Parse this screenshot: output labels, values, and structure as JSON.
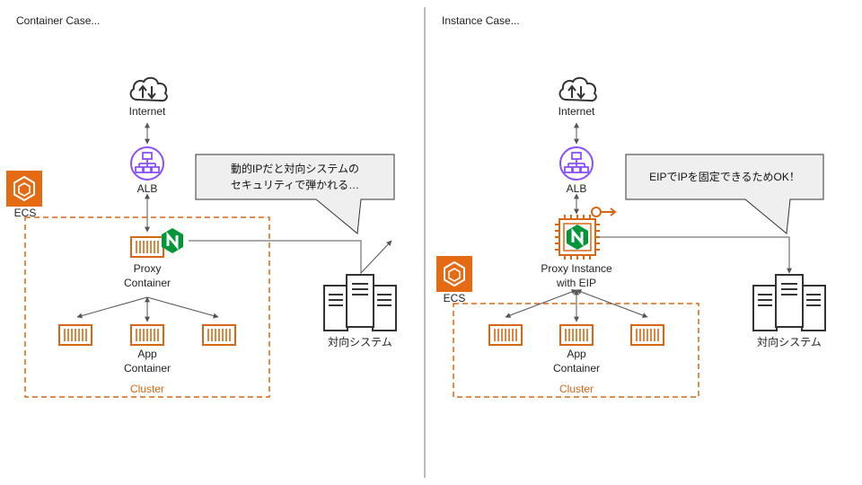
{
  "left": {
    "title": "Container Case...",
    "internet": "Internet",
    "alb": "ALB",
    "ecs": "ECS",
    "proxy": [
      "Proxy",
      "Container"
    ],
    "app": [
      "App",
      "Container"
    ],
    "cluster": "Cluster",
    "external": "対向システム",
    "callout": [
      "動的IPだと対向システムの",
      "セキュリティで弾かれる…"
    ]
  },
  "right": {
    "title": "Instance Case...",
    "internet": "Internet",
    "alb": "ALB",
    "ecs": "ECS",
    "proxy": [
      "Proxy Instance",
      "with EIP"
    ],
    "app": [
      "App",
      "Container"
    ],
    "cluster": "Cluster",
    "external": "対向システム",
    "callout": "EIPでIPを固定できるためOK！"
  },
  "colors": {
    "orange": "#d86613",
    "purple": "#8c4fff",
    "nginx": "#009639",
    "line": "#555555",
    "divider": "#777777",
    "callout_fill": "#efefef"
  },
  "icons": [
    "cloud-icon",
    "alb-icon",
    "ecs-icon",
    "container-icon",
    "nginx-icon",
    "instance-chip-icon",
    "eip-key-icon",
    "server-icon"
  ]
}
